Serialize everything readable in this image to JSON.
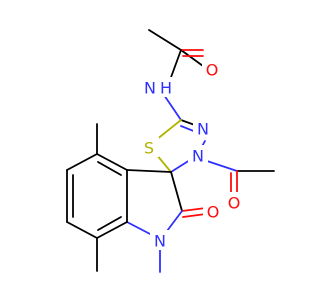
{
  "molecule": {
    "colors": {
      "carbon_bond": "#000000",
      "nitrogen": "#3030ff",
      "oxygen": "#ff0d0d",
      "sulfur": "#b2b200",
      "background": "#ffffff"
    },
    "atoms": {
      "amide_nh": {
        "text": "N",
        "subscript": "H",
        "element": "N"
      },
      "amide_o": {
        "text": "O",
        "element": "O"
      },
      "ring_n_upper": {
        "text": "N",
        "element": "N"
      },
      "ring_n_lower": {
        "text": "N",
        "element": "N"
      },
      "ring_s": {
        "text": "S",
        "element": "S"
      },
      "acetyl_o": {
        "text": "O",
        "element": "O"
      },
      "oxindole_o": {
        "text": "O",
        "element": "O"
      },
      "indole_n": {
        "text": "N",
        "element": "N"
      }
    }
  }
}
